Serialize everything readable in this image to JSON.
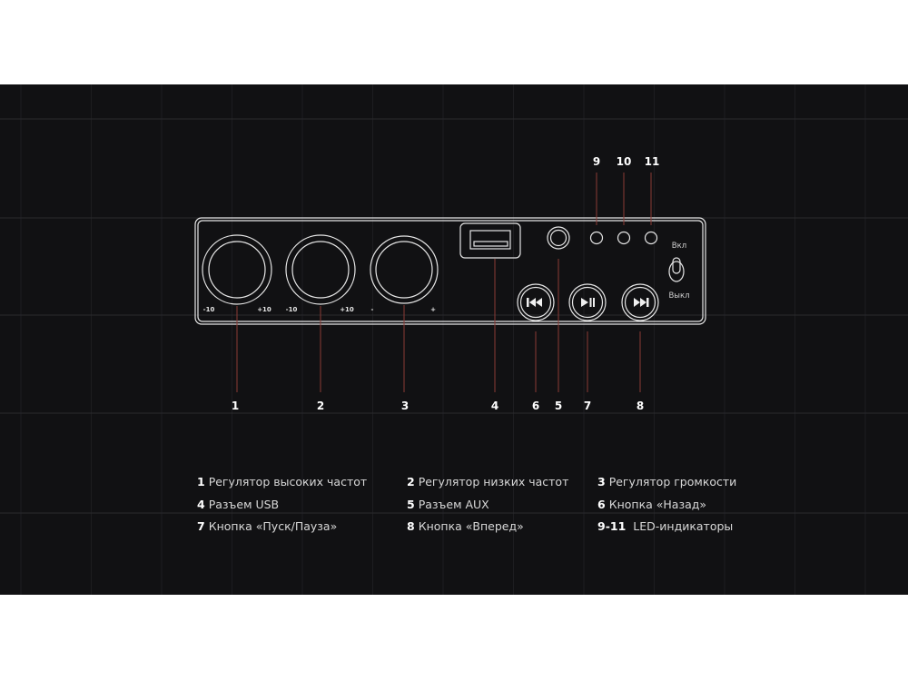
{
  "callouts": [
    "1",
    "2",
    "3",
    "4",
    "6",
    "5",
    "7",
    "8",
    "9",
    "10",
    "11"
  ],
  "scales": {
    "knob1_min": "-10",
    "knob1_max": "+10",
    "knob2_min": "-10",
    "knob2_max": "+10",
    "knob3_min": "-",
    "knob3_max": "+"
  },
  "switch": {
    "on": "Вкл",
    "off": "Выкл"
  },
  "legend": [
    {
      "num": "1",
      "text": "Регулятор высоких частот"
    },
    {
      "num": "2",
      "text": "Регулятор низких частот"
    },
    {
      "num": "3",
      "text": "Регулятор громкости"
    },
    {
      "num": "4",
      "text": "Разъем USB"
    },
    {
      "num": "5",
      "text": "Разъем AUX"
    },
    {
      "num": "6",
      "text": "Кнопка «Назад»"
    },
    {
      "num": "7",
      "text": "Кнопка «Пуск/Пауза»"
    },
    {
      "num": "8",
      "text": "Кнопка «Вперед»"
    },
    {
      "num": "9-11",
      "text": "LED-индикаторы"
    }
  ],
  "colors": {
    "background": "#111113",
    "outline": "#e6e6e6",
    "leader": "#8a3a36",
    "grid": "#2a2a2e"
  }
}
